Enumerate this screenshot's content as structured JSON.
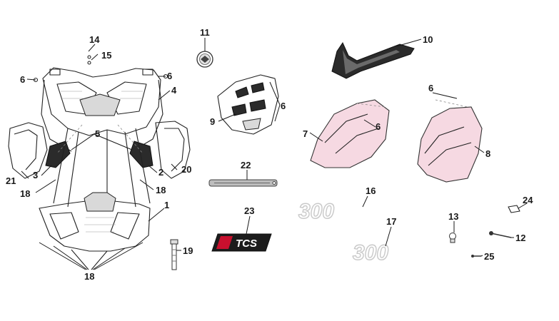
{
  "diagram": {
    "labels": {
      "p1": "1",
      "p2": "2",
      "p3": "3",
      "p4": "4",
      "p5": "5",
      "p6": "6",
      "p7": "7",
      "p8": "8",
      "p9": "9",
      "p10": "10",
      "p11": "11",
      "p12": "12",
      "p13": "13",
      "p14": "14",
      "p15": "15",
      "p16": "16",
      "p17": "17",
      "p18": "18",
      "p19": "19",
      "p20": "20",
      "p21": "21",
      "p22": "22",
      "p23": "23",
      "p24": "24",
      "p25": "25"
    },
    "decals": {
      "model_number": "300",
      "badge_text": "TCS"
    },
    "colors": {
      "line": "#222222",
      "shade": "#d9d9d9",
      "accent_pink": "#f6d9e2",
      "badge_red": "#c8102e",
      "badge_dark": "#1c1c1c"
    }
  }
}
